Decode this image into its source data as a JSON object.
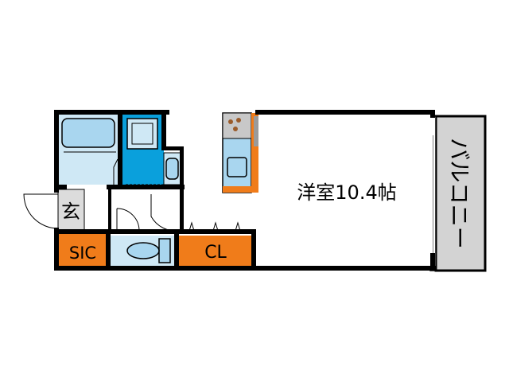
{
  "rooms": {
    "western_room": "洋室10.4帖",
    "balcony": "バルコニー",
    "entrance": "玄",
    "sic": "SIC",
    "closet": "CL"
  },
  "colors": {
    "wall": "#000000",
    "bath_light": "#cfe8f5",
    "bath_tile": "#a9d6ef",
    "washroom_blue": "#0aa0dc",
    "orange": "#f07c1a",
    "balcony_gray": "#d3d3d3",
    "entrance_gray": "#dcdcdc",
    "kitchen_gray": "#9a9a9a"
  },
  "icons": [
    "bathtub-icon",
    "washbasin-icon",
    "washing-machine-icon",
    "toilet-icon",
    "stove-icon",
    "sink-icon",
    "door-swing-icon"
  ]
}
